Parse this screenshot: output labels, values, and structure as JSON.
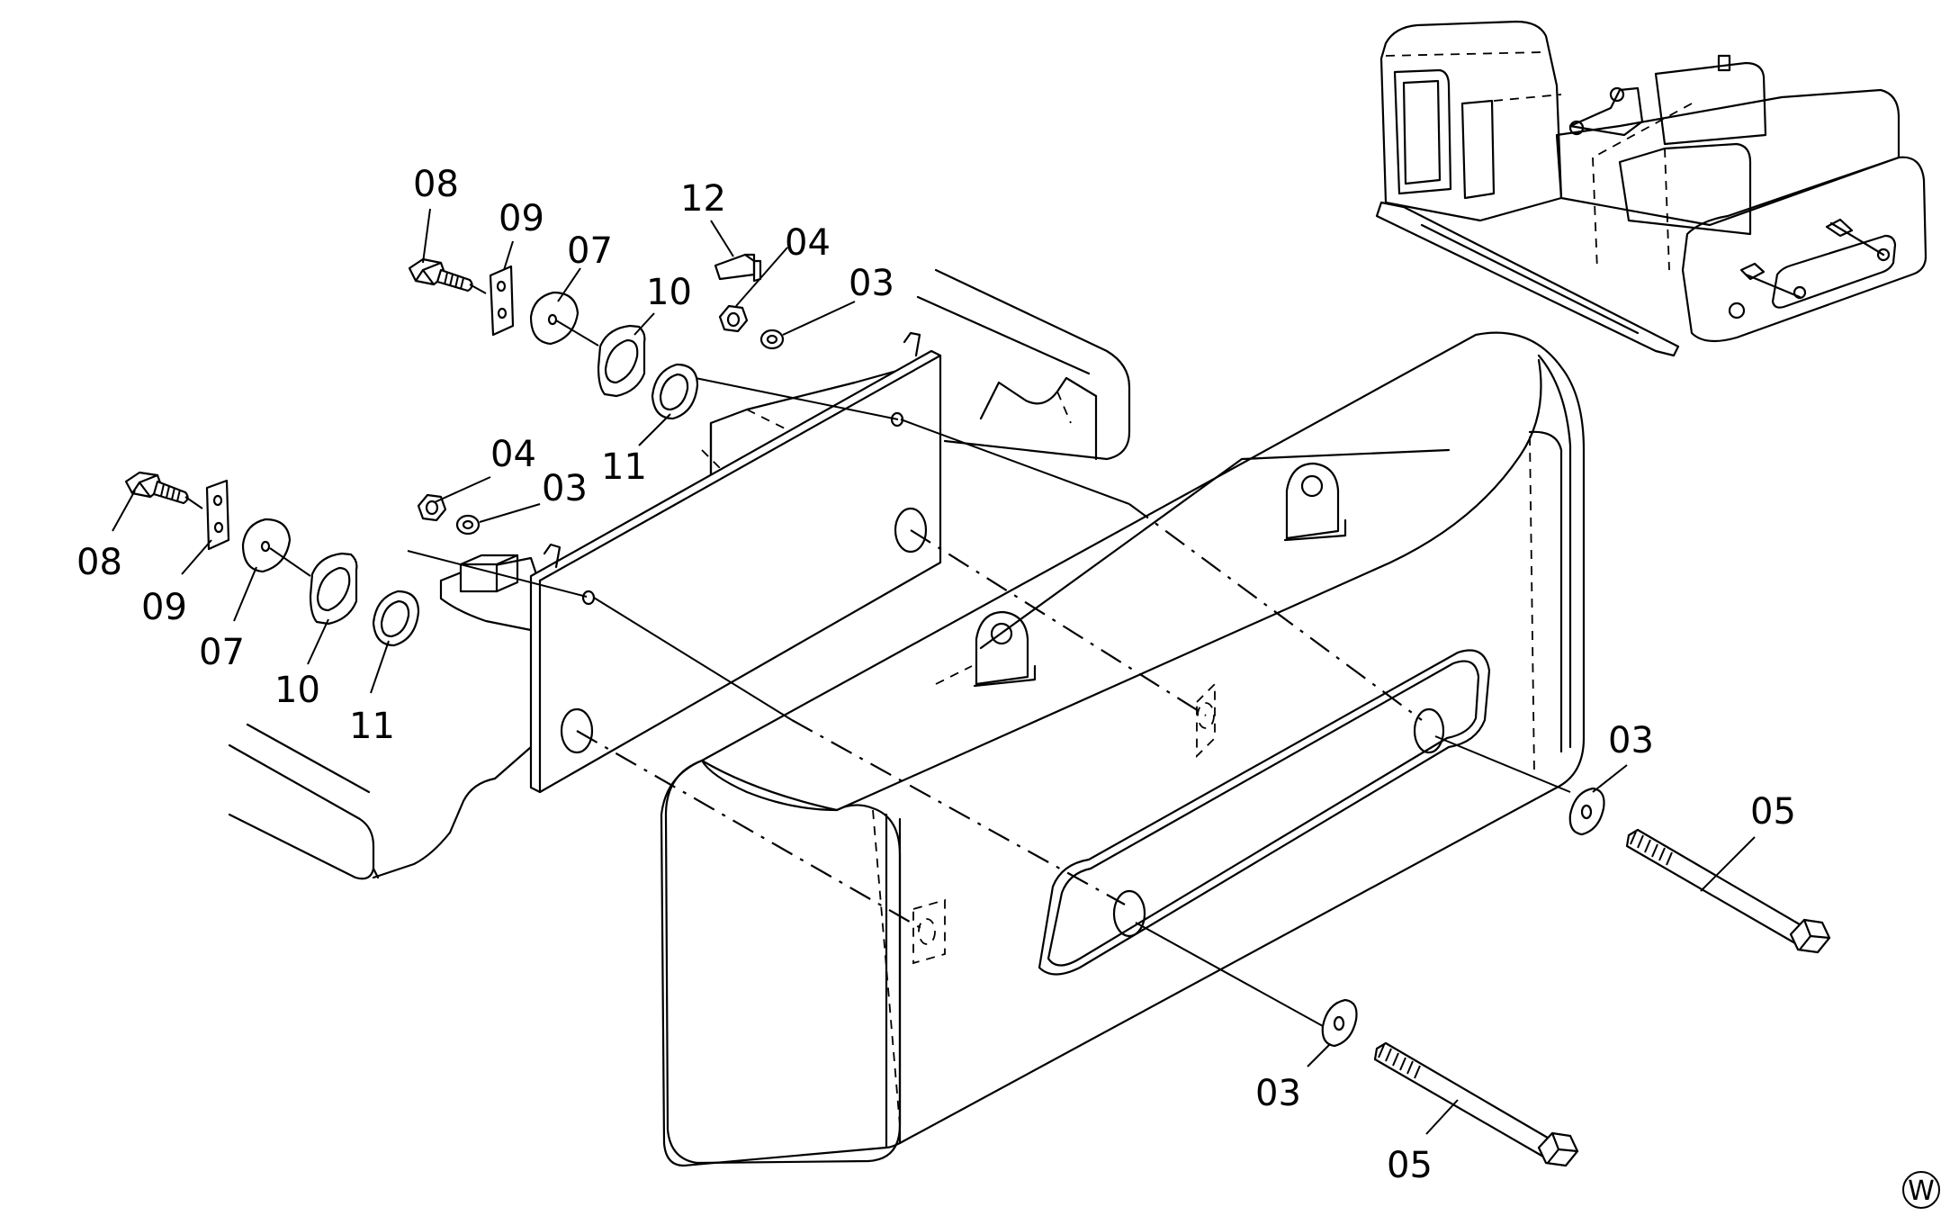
{
  "callouts": [
    {
      "id": "c08a",
      "text": "08"
    },
    {
      "id": "c09a",
      "text": "09"
    },
    {
      "id": "c07a",
      "text": "07"
    },
    {
      "id": "c10a",
      "text": "10"
    },
    {
      "id": "c12",
      "text": "12"
    },
    {
      "id": "c04a",
      "text": "04"
    },
    {
      "id": "c03a",
      "text": "03"
    },
    {
      "id": "c11a",
      "text": "11"
    },
    {
      "id": "c04b",
      "text": "04"
    },
    {
      "id": "c03b",
      "text": "03"
    },
    {
      "id": "c08b",
      "text": "08"
    },
    {
      "id": "c09b",
      "text": "09"
    },
    {
      "id": "c07b",
      "text": "07"
    },
    {
      "id": "c10b",
      "text": "10"
    },
    {
      "id": "c11b",
      "text": "11"
    },
    {
      "id": "c03c",
      "text": "03"
    },
    {
      "id": "c05a",
      "text": "05"
    },
    {
      "id": "c03d",
      "text": "03"
    },
    {
      "id": "c05b",
      "text": "05"
    }
  ],
  "corner_mark": "W"
}
